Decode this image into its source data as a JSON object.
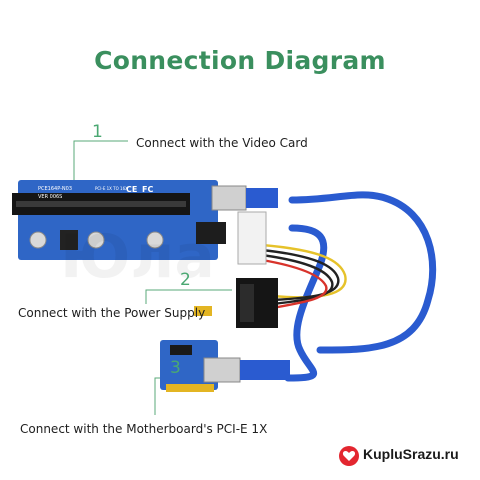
{
  "title": "Connection Diagram",
  "callouts": [
    {
      "number": "1",
      "text": "Connect with the Video Card"
    },
    {
      "number": "2",
      "text": "Connect with the Power Supply"
    },
    {
      "number": "3",
      "text": "Connect with the Motherboard's PCI-E 1X"
    }
  ],
  "board_labels": {
    "model": "PCE164P-N03",
    "version": "VER 006S",
    "marks": "PCI-E 1X TO 16X",
    "ce": "CE",
    "fc": "FC"
  },
  "watermark": "Юла",
  "brand": {
    "name": "KupluSrazu.ru"
  },
  "colors": {
    "title": "#3a8f5e",
    "callout_number": "#4aa872",
    "board": "#2f66c6",
    "cable": "#2a5bd0",
    "brand_icon": "#e3262f"
  }
}
